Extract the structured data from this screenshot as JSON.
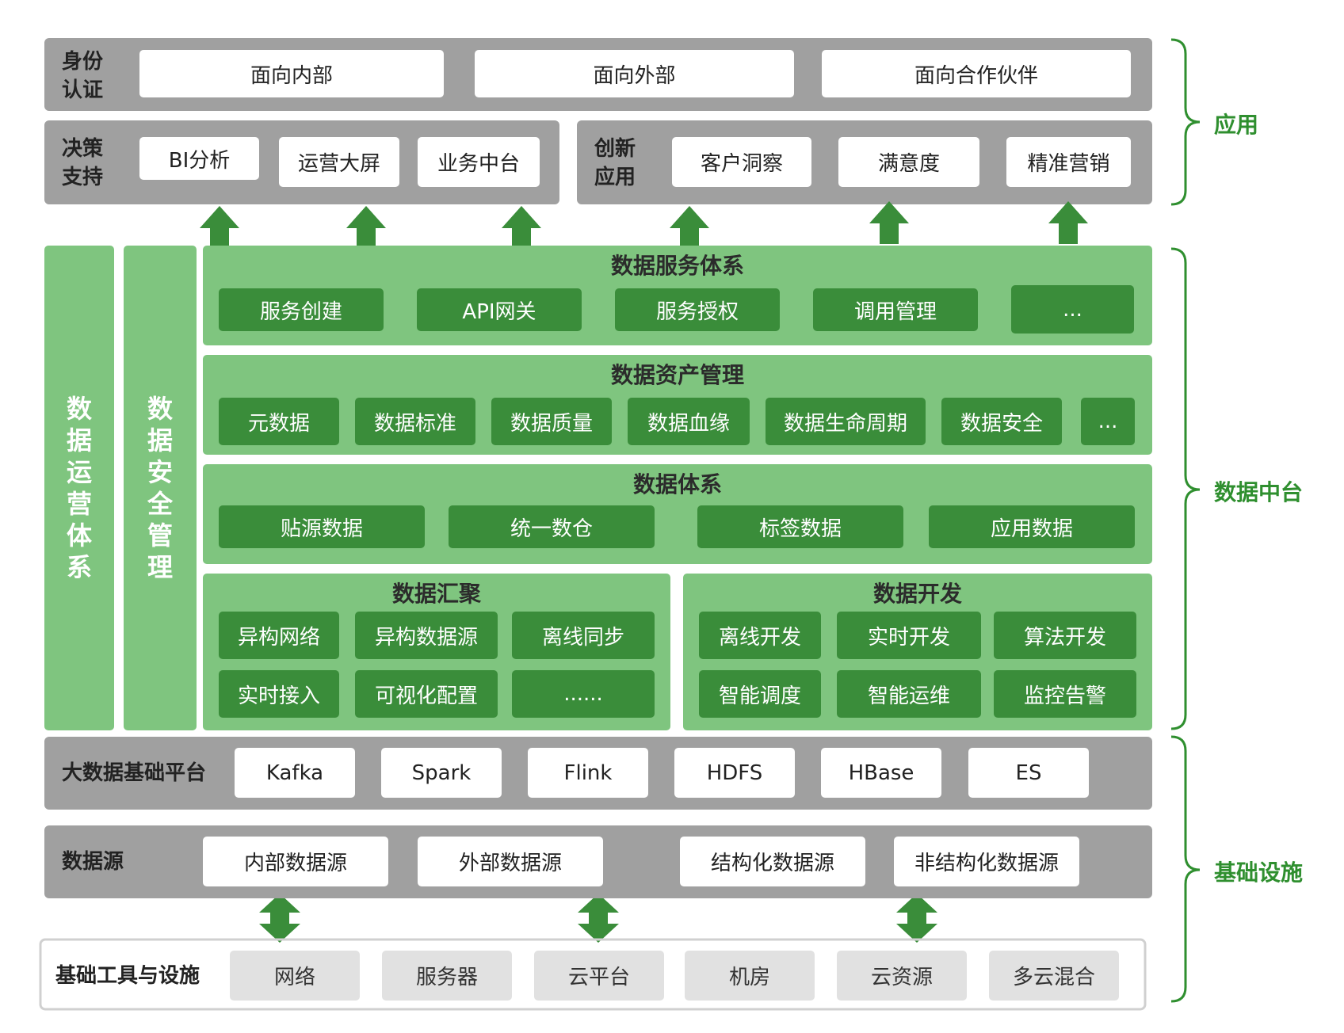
{
  "application": {
    "identity": {
      "label": "身份认证",
      "items": [
        "面向内部",
        "面向外部",
        "面向合作伙伴"
      ]
    },
    "decision": {
      "label": "决策支持",
      "items": [
        "BI分析",
        "运营大屏",
        "业务中台"
      ]
    },
    "innovation": {
      "label": "创新应用",
      "items": [
        "客户洞察",
        "满意度",
        "精准营销"
      ]
    }
  },
  "middle": {
    "ops_label": "数据运营体系",
    "security_label": "数据安全管理",
    "service": {
      "title": "数据服务体系",
      "items": [
        "服务创建",
        "API网关",
        "服务授权",
        "调用管理",
        "..."
      ]
    },
    "asset": {
      "title": "数据资产管理",
      "items": [
        "元数据",
        "数据标准",
        "数据质量",
        "数据血缘",
        "数据生命周期",
        "数据安全",
        "..."
      ]
    },
    "system": {
      "title": "数据体系",
      "items": [
        "贴源数据",
        "统一数仓",
        "标签数据",
        "应用数据"
      ]
    },
    "collect": {
      "title": "数据汇聚",
      "items": [
        "异构网络",
        "异构数据源",
        "离线同步",
        "实时接入",
        "可视化配置",
        "......"
      ]
    },
    "develop": {
      "title": "数据开发",
      "items": [
        "离线开发",
        "实时开发",
        "算法开发",
        "智能调度",
        "智能运维",
        "监控告警"
      ]
    }
  },
  "infra": {
    "bigdata": {
      "label": "大数据基础平台",
      "items": [
        "Kafka",
        "Spark",
        "Flink",
        "HDFS",
        "HBase",
        "ES"
      ]
    },
    "source": {
      "label": "数据源",
      "items": [
        "内部数据源",
        "外部数据源",
        "结构化数据源",
        "非结构化数据源"
      ]
    },
    "tools": {
      "label": "基础工具与设施",
      "items": [
        "网络",
        "服务器",
        "云平台",
        "机房",
        "云资源",
        "多云混合"
      ]
    }
  },
  "side_labels": {
    "app": "应用",
    "middle": "数据中台",
    "infra": "基础设施"
  },
  "colors": {
    "gray": "#a0a0a0",
    "light_green": "#7fc57f",
    "dark_green": "#3a8d3a",
    "brace": "#2f8f2f",
    "pale": "#e1e1e1"
  }
}
